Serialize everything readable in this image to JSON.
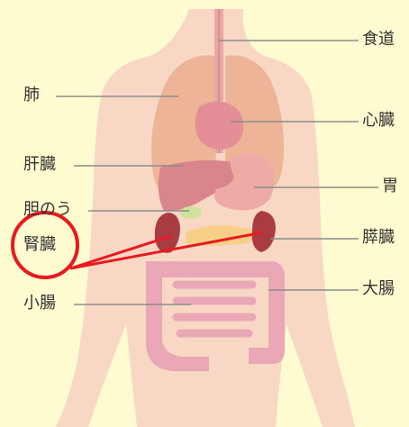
{
  "labels": {
    "esophagus": "食道",
    "lungs": "肺",
    "heart": "心臓",
    "liver": "肝臓",
    "stomach": "胃",
    "gallbladder": "胆のう",
    "kidney": "腎臓",
    "pancreas": "膵臓",
    "small_intestine": "小腸",
    "large_intestine": "大腸"
  },
  "highlight": {
    "target": "kidney",
    "color": "#e8191f"
  },
  "colors": {
    "background": "#fffbd0",
    "body": "#f8d8c5",
    "lung": "#eeb497",
    "heart": "#e48f98",
    "liver": "#d9858c",
    "stomach": "#eeaba5",
    "kidney": "#a93c43",
    "pancreas": "#f7cf88",
    "intestine": "#eaa7b5",
    "leader": "#8b8b8b"
  }
}
